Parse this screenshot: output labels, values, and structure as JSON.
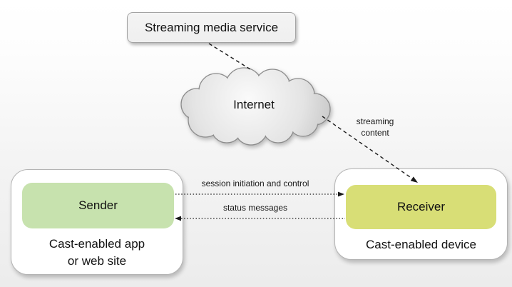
{
  "diagram": {
    "streaming_service": {
      "label": "Streaming media service"
    },
    "internet": {
      "label": "Internet"
    },
    "streaming_content_label": {
      "line1": "streaming",
      "line2": "content"
    },
    "sender": {
      "label": "Sender",
      "caption_line1": "Cast-enabled app",
      "caption_line2": "or web site"
    },
    "receiver": {
      "label": "Receiver",
      "caption": "Cast-enabled device"
    },
    "arrows": {
      "session": "session initiation and control",
      "status": "status messages"
    },
    "colors": {
      "sender_fill": "#c7e2ae",
      "receiver_fill": "#d8de76",
      "service_fill": "#efefef",
      "cloud_light": "#fafafa",
      "cloud_dark": "#c6c6c6",
      "cloud_stroke": "#8c8c8c",
      "line": "#1a1a1a"
    }
  }
}
